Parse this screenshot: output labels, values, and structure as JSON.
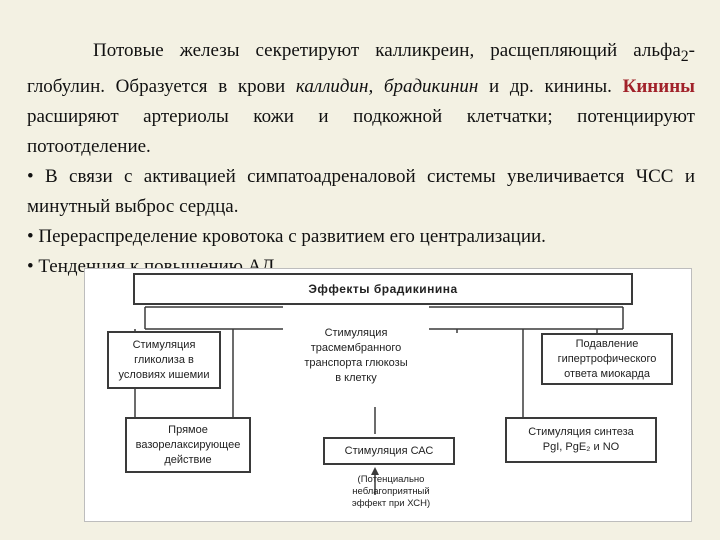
{
  "paragraph": {
    "p1": "Потовые железы секретируют калликреин, расщепляющий альфа",
    "p1_sub": "2",
    "p2": "-глобулин. Образуется в крови ",
    "p3_italic": "каллидин, брадикинин",
    "p4": " и др. кинины. ",
    "p5_bold": "Кинины",
    "p6": " расширяют артериолы кожи и подкожной клетчатки; потенциируют потоотделение."
  },
  "bullets": [
    "•  В связи с активацией симпатоадреналовой системы увеличивается ЧСС и минутный выброс сердца.",
    "•  Перераспределение кровотока с развитием его централизации.",
    "•  Тенденция к повышению АД."
  ],
  "diagram": {
    "title": "Эффекты брадикинина",
    "box_glycolysis": "Стимуляция\nгликолиза в\nусловиях ишемии",
    "box_transport": "Стимуляция\nтрасмембранного\nтранспорта глюкозы\nв клетку",
    "box_hypertrophy": "Подавление\nгипертрофического\nответа миокарда",
    "box_vasorelax": "Прямое\nвазорелаксирующее\nдействие",
    "box_sas": "Стимуляция САС",
    "box_synthesis": "Стимуляция синтеза\nPgI, PgE₂ и NO",
    "note": "(Потенциально\nнеблагоприятный\nэффект при ХСН)"
  },
  "colors": {
    "background": "#f3f1e3",
    "keyword": "#a1222a"
  }
}
